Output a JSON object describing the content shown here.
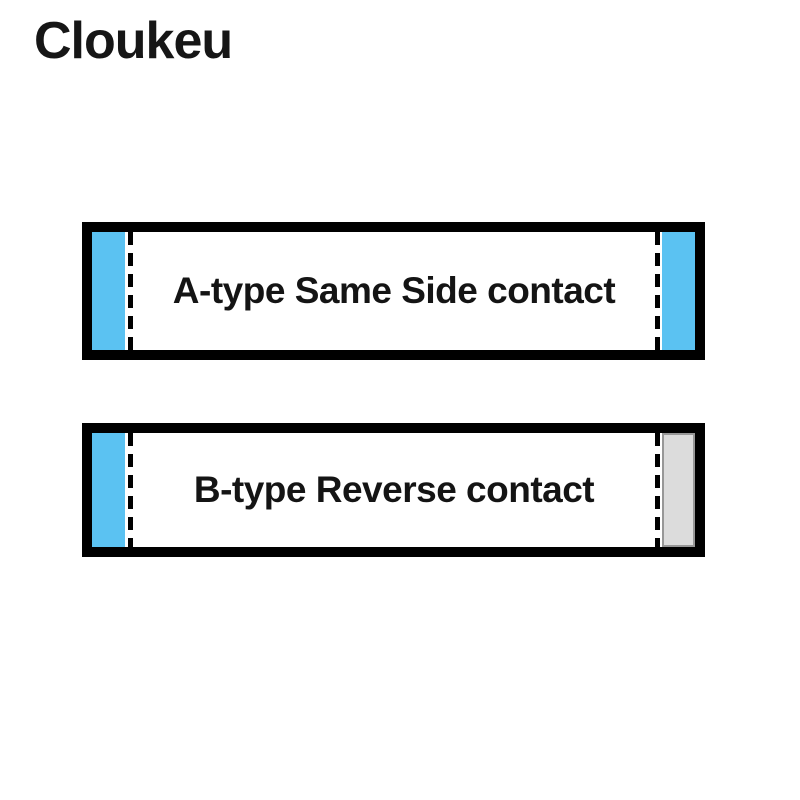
{
  "brand": {
    "name": "Cloukeu"
  },
  "colors": {
    "contact_blue": "#5BC2F2",
    "contact_gray": "#DCDCDC",
    "contact_gray_outline": "#979797",
    "box_border": "#000000",
    "text": "#141414",
    "background": "#FFFFFF"
  },
  "diagrams": [
    {
      "label": "A-type Same Side contact",
      "left_contact_color": "#5BC2F2",
      "right_contact_color": "#5BC2F2"
    },
    {
      "label": "B-type Reverse contact",
      "left_contact_color": "#5BC2F2",
      "right_contact_color": "#DCDCDC"
    }
  ]
}
